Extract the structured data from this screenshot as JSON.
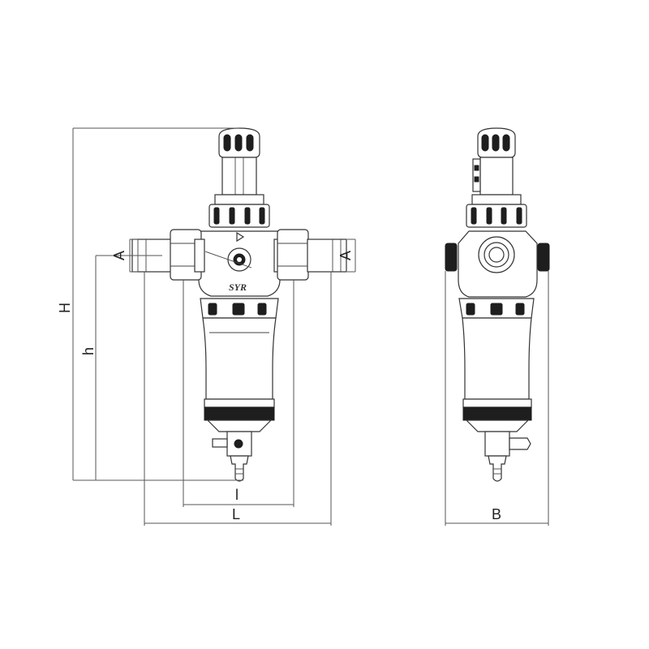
{
  "dimensions": {
    "height_total": "H",
    "height_inlet": "h",
    "connection_left": "A",
    "connection_right": "A",
    "length_inner": "l",
    "length_total": "L",
    "width": "B"
  },
  "logo": "SYR"
}
